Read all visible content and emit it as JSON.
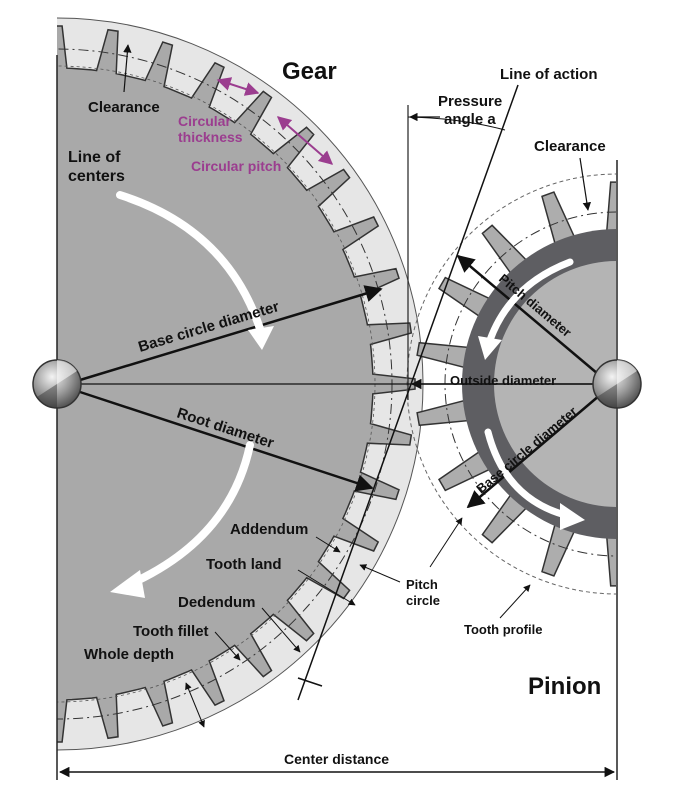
{
  "titles": {
    "gear": "Gear",
    "pinion": "Pinion"
  },
  "labels": {
    "clearance_gear": "Clearance",
    "clearance_pinion": "Clearance",
    "circular_thickness_line1": "Circular",
    "circular_thickness_line2": "thickness",
    "circular_pitch": "Circular pitch",
    "line_of_centers_line1": "Line of",
    "line_of_centers_line2": "centers",
    "line_of_action": "Line of action",
    "pressure_angle_line1": "Pressure",
    "pressure_angle_line2": "angle a",
    "base_circle_diameter_gear": "Base circle diameter",
    "root_diameter": "Root diameter",
    "pitch_diameter": "Pitch diameter",
    "outside_diameter": "Outside diameter",
    "base_circle_diameter_pinion": "Base circle diameter",
    "addendum": "Addendum",
    "tooth_land": "Tooth land",
    "dedendum": "Dedendum",
    "tooth_fillet": "Tooth fillet",
    "whole_depth": "Whole depth",
    "pitch_circle_line1": "Pitch",
    "pitch_circle_line2": "circle",
    "tooth_profile": "Tooth profile",
    "center_distance": "Center distance"
  },
  "colors": {
    "gear_fill": "#a9a9a9",
    "gear_stroke": "#3a3a3a",
    "pinion_band": "#5e5e62",
    "pinion_inner": "#b4b4b4",
    "annotation_purple": "#9b3d8f",
    "arrow_white": "#ffffff",
    "ink": "#111111"
  },
  "icons": {
    "gear_center": "hub-icon",
    "pinion_center": "hub-icon"
  }
}
